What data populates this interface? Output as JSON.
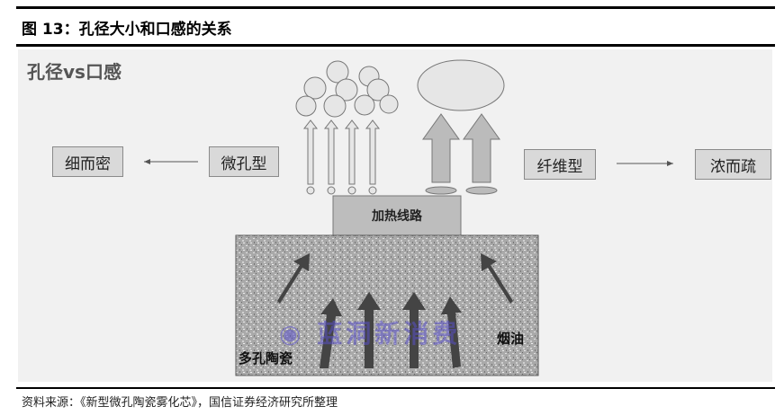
{
  "figure": {
    "title": "图 13：孔径大小和口感的关系",
    "source": "资料来源：《新型微孔陶瓷雾化芯》，国信证券经济研究所整理"
  },
  "diagram": {
    "heading": "孔径vs口感",
    "left_result": "细而密",
    "left_type": "微孔型",
    "right_type": "纤维型",
    "right_result": "浓而疏",
    "heater": "加热线路",
    "ceramic": "多孔陶瓷",
    "oil": "烟油",
    "watermark": "蓝洞新消费"
  }
}
